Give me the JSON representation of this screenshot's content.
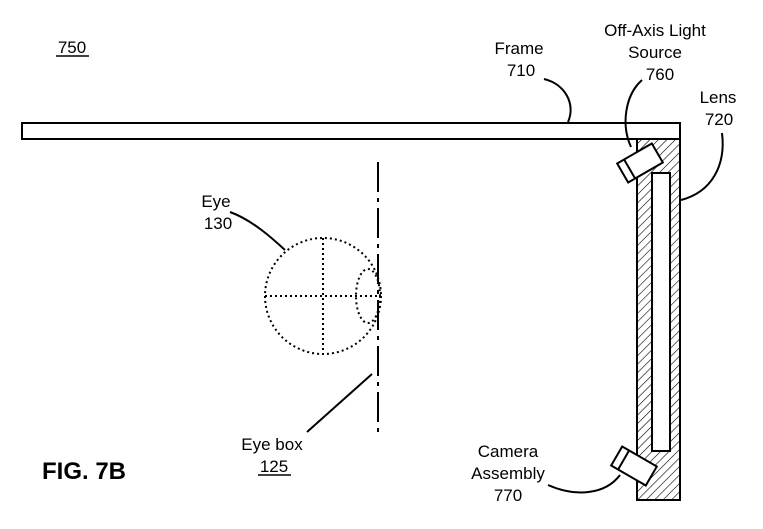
{
  "figure_number": "750",
  "figure_caption": "FIG. 7B",
  "labels": {
    "frame_name": "Frame",
    "frame_ref": "710",
    "light_name_line1": "Off-Axis Light",
    "light_name_line2": "Source",
    "light_ref": "760",
    "lens_name": "Lens",
    "lens_ref": "720",
    "eye_name": "Eye",
    "eye_ref": "130",
    "eyebox_name": "Eye box",
    "eyebox_ref": "125",
    "camera_name_line1": "Camera",
    "camera_name_line2": "Assembly",
    "camera_ref": "770"
  }
}
